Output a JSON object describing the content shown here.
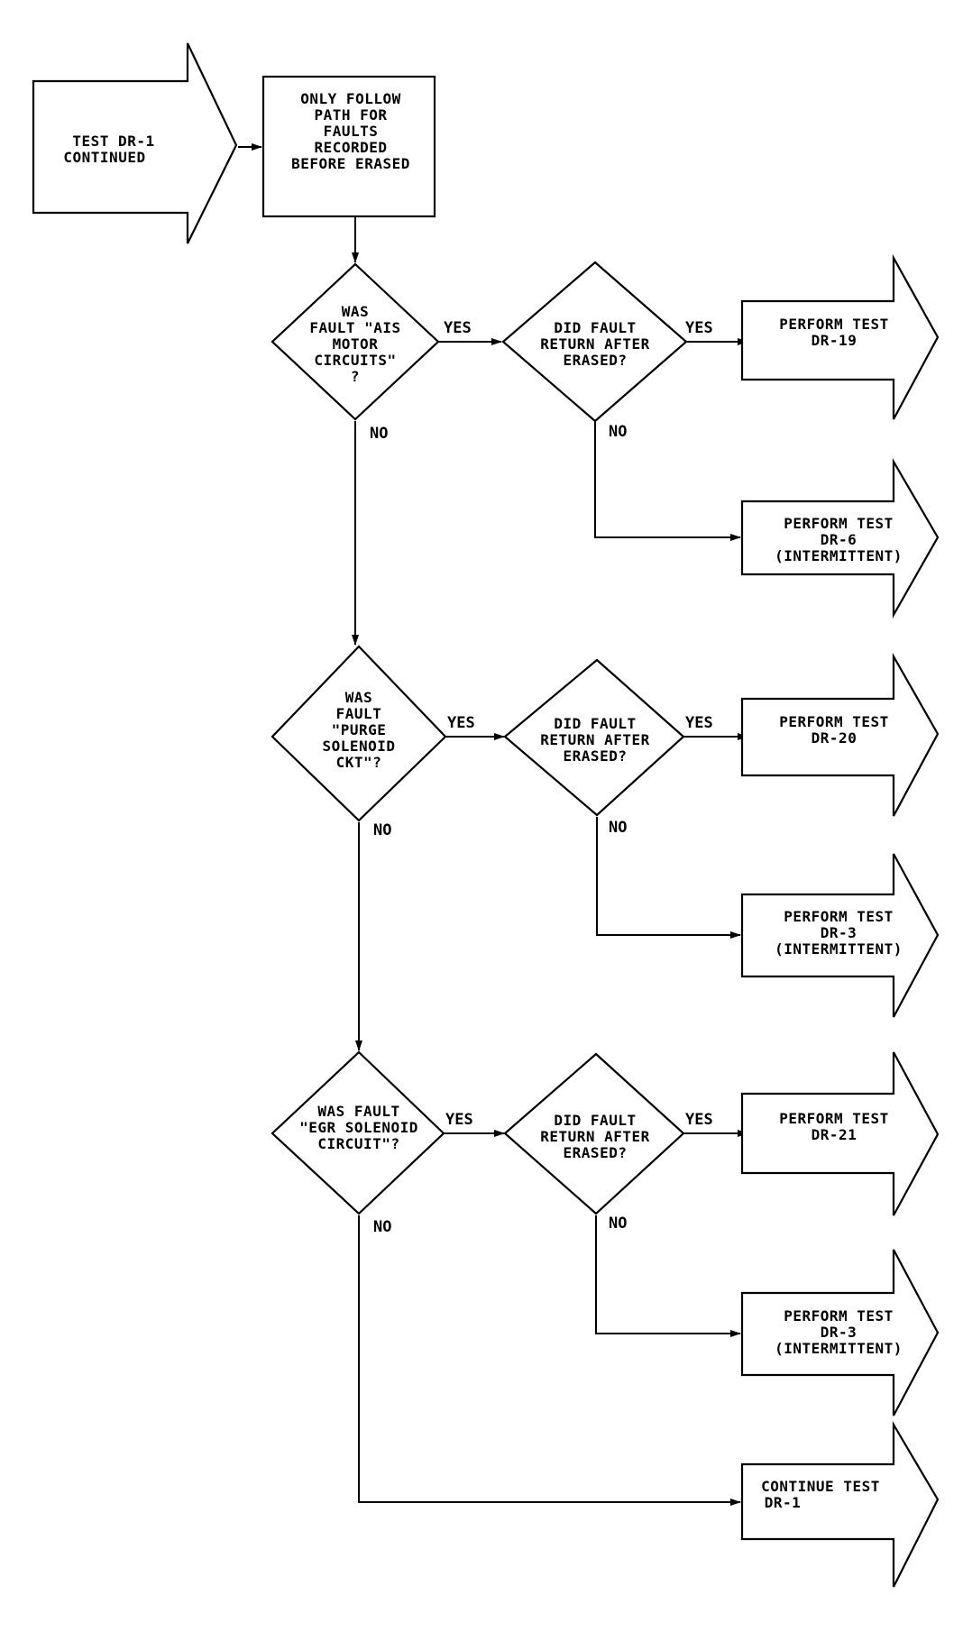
{
  "start": {
    "lines": [
      "TEST DR-1",
      "CONTINUED"
    ]
  },
  "note": {
    "lines": [
      "ONLY FOLLOW",
      "PATH FOR",
      "FAULTS",
      "RECORDED",
      "BEFORE ERASED"
    ]
  },
  "labels": {
    "yes": "YES",
    "no": "NO"
  },
  "decisions": [
    {
      "question": [
        "WAS",
        "FAULT \"AIS",
        "MOTOR",
        "CIRCUITS\"",
        "?"
      ],
      "check": [
        "DID FAULT",
        "RETURN AFTER",
        "ERASED?"
      ],
      "yes_result": [
        "PERFORM TEST",
        "DR-19"
      ],
      "no_result": [
        "PERFORM TEST",
        "DR-6",
        "(INTERMITTENT)"
      ]
    },
    {
      "question": [
        "WAS",
        "FAULT",
        "\"PURGE",
        "SOLENOID",
        "CKT\"?"
      ],
      "check": [
        "DID FAULT",
        "RETURN AFTER",
        "ERASED?"
      ],
      "yes_result": [
        "PERFORM TEST",
        "DR-20"
      ],
      "no_result": [
        "PERFORM TEST",
        "DR-3",
        "(INTERMITTENT)"
      ]
    },
    {
      "question": [
        "WAS FAULT",
        "\"EGR SOLENOID",
        "CIRCUIT\"?"
      ],
      "check": [
        "DID FAULT",
        "RETURN AFTER",
        "ERASED?"
      ],
      "yes_result": [
        "PERFORM TEST",
        "DR-21"
      ],
      "no_result": [
        "PERFORM TEST",
        "DR-3",
        "(INTERMITTENT)"
      ]
    }
  ],
  "end": {
    "lines": [
      "CONTINUE TEST",
      "DR-1"
    ]
  }
}
